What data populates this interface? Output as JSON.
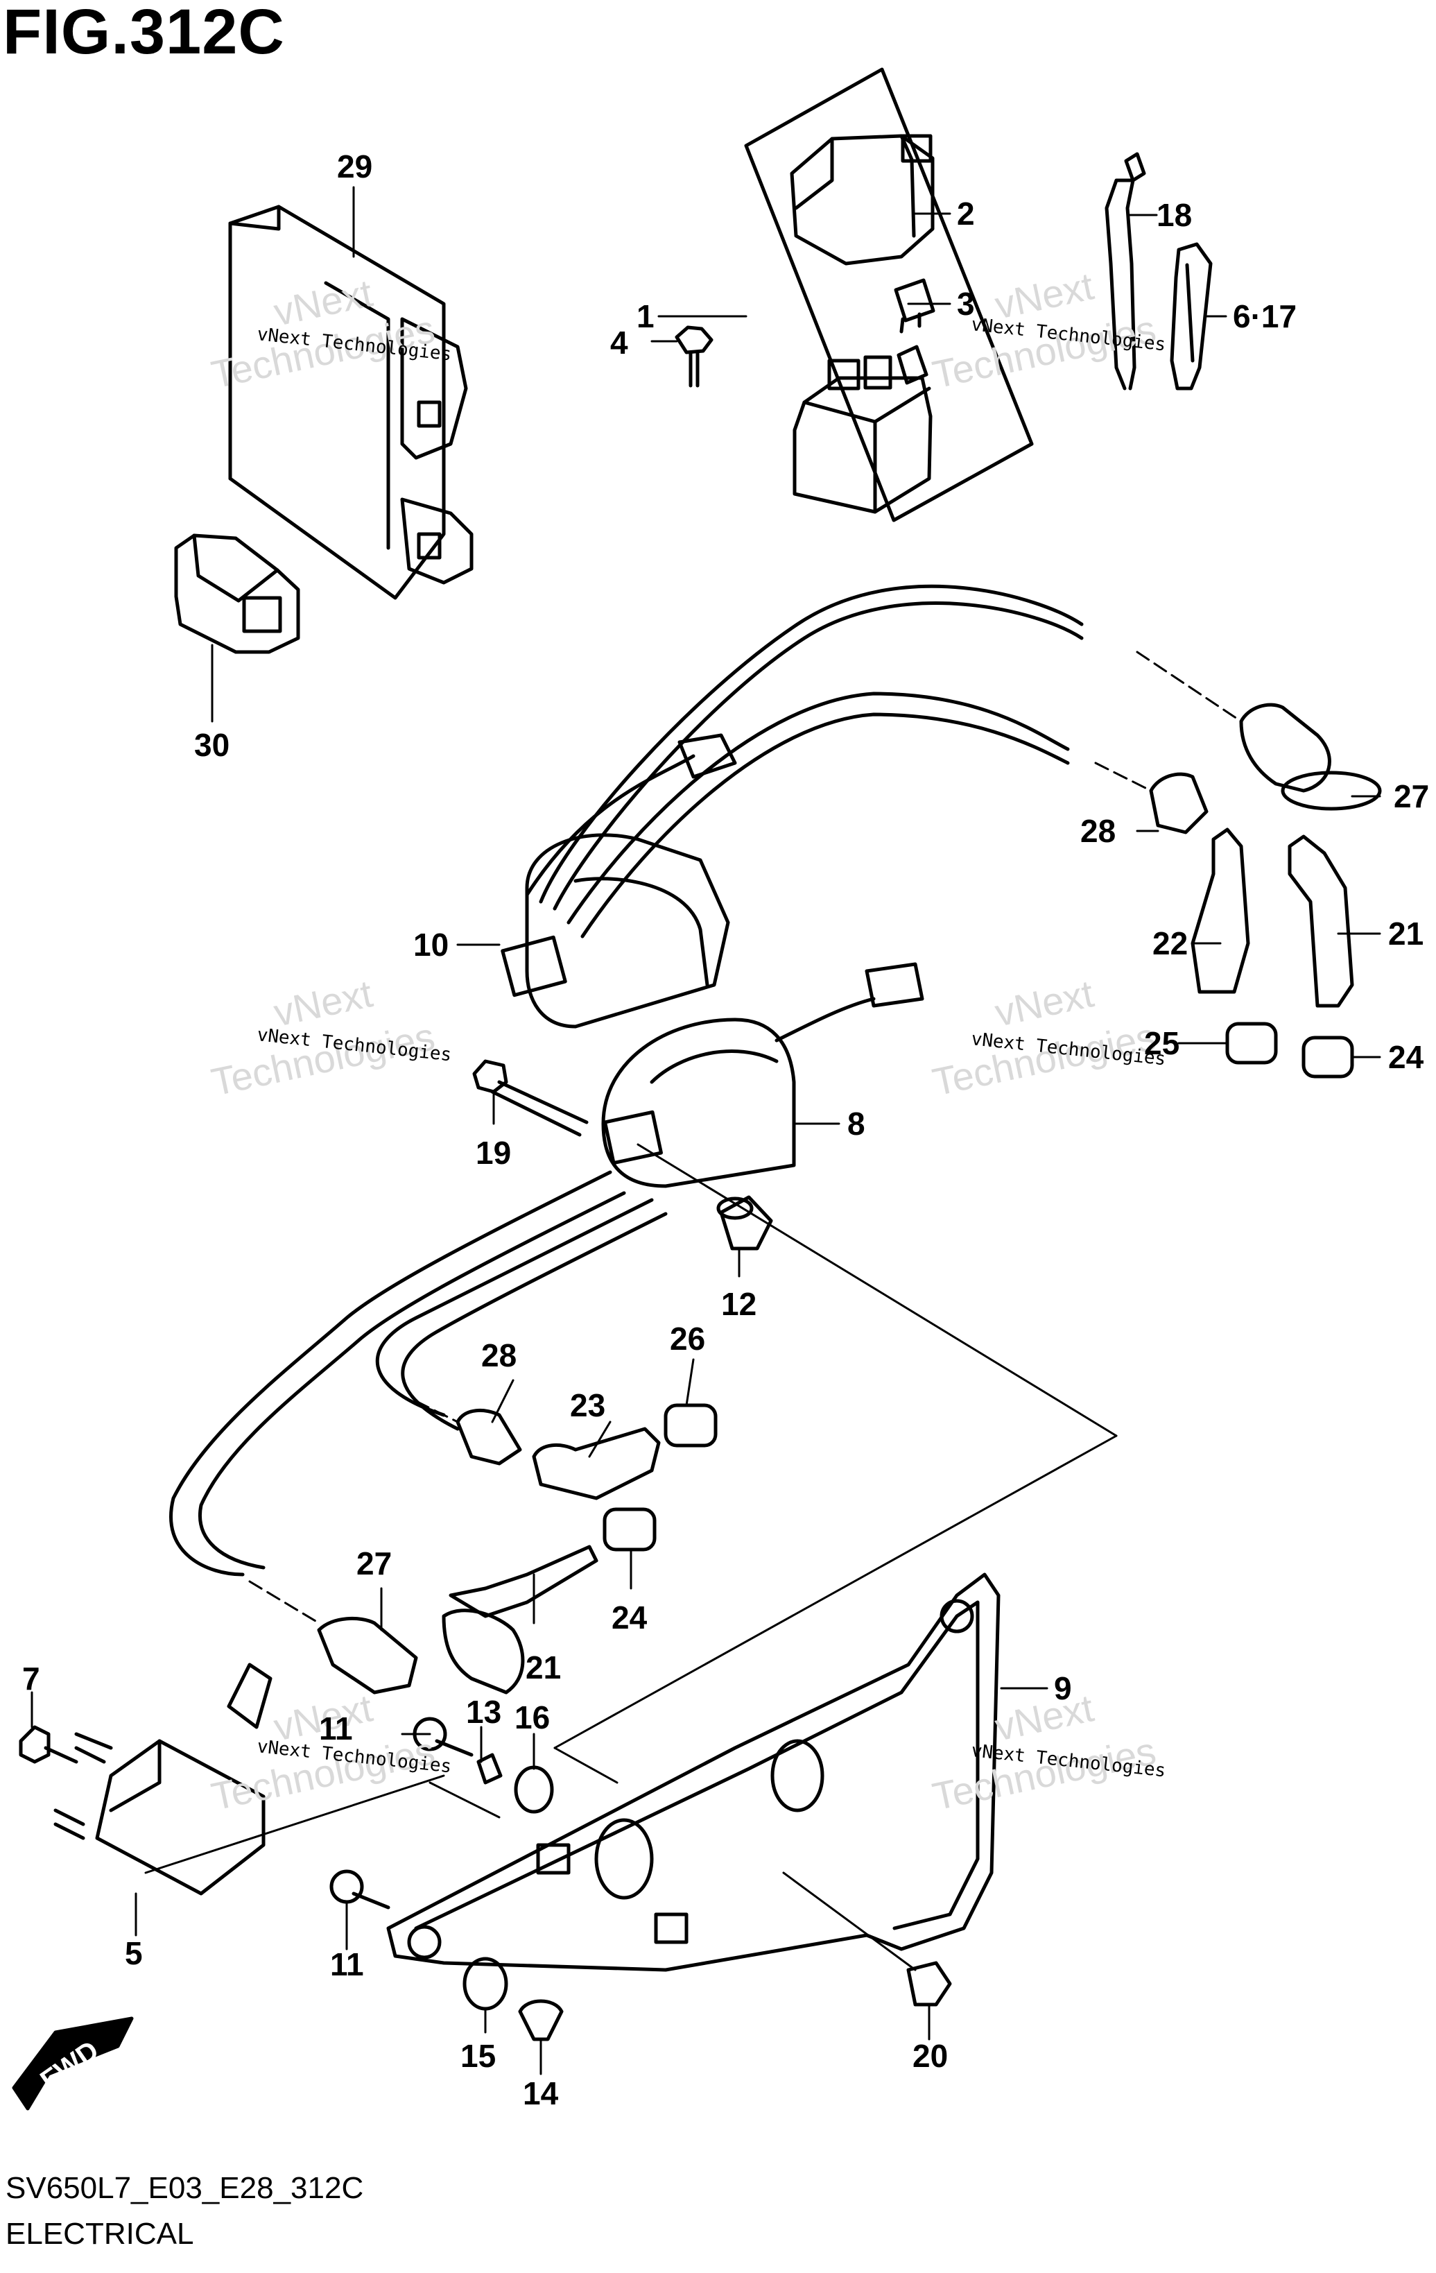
{
  "figure": {
    "title": "FIG.312C",
    "code": "SV650L7_E03_E28_312C",
    "section": "ELECTRICAL"
  },
  "watermark": {
    "line1": "vNext Technologies",
    "line2": "Technologies",
    "line3": "vNext"
  },
  "fwd_label": "FWD",
  "callouts": [
    "1",
    "2",
    "3",
    "4",
    "5",
    "6·17",
    "7",
    "8",
    "9",
    "10",
    "11",
    "11",
    "12",
    "13",
    "14",
    "15",
    "16",
    "18",
    "19",
    "20",
    "21",
    "21",
    "22",
    "23",
    "24",
    "24",
    "25",
    "26",
    "27",
    "27",
    "28",
    "28",
    "29",
    "30"
  ]
}
